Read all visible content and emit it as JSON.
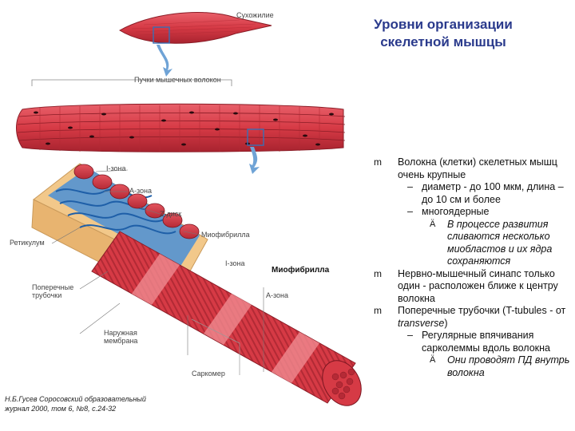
{
  "title": {
    "line1": "Уровни организации",
    "line2": "скелетной мышцы"
  },
  "labels": {
    "epimysium": "Сухожилие",
    "fiber_bundle": "Пучки мышечных волокон",
    "i_band_top": "I-зона",
    "a_band_top": "A-зона",
    "z_disc": "Z-диск",
    "myofibril_small": "Миофибрилла",
    "reticulum": "Ретикулум",
    "i_band_mid": "I-зона",
    "myofibril": "Миофибрилла",
    "t_tubules": "Поперечные трубочки",
    "a_band_mid": "A-зона",
    "outer_membrane": "Наружная мембрана",
    "sarcomere": "Саркомер"
  },
  "citation": {
    "line1": "Н.Б.Гусев Соросовский образовательный",
    "line2": "журнал 2000, том 6, №8, с.24-32"
  },
  "bullets": [
    {
      "level": 1,
      "marker": "m",
      "text": "Волокна (клетки) скелетных мышц очень крупные",
      "children": [
        {
          "level": 2,
          "marker": "–",
          "text": "диаметр - до 100 мкм, длина – до 10 см и более"
        },
        {
          "level": 2,
          "marker": "–",
          "text": "многоядерные",
          "children": [
            {
              "level": 3,
              "marker": "Ä",
              "text": "В процессе развития сливаются несколько миобластов и их ядра сохраняются"
            }
          ]
        }
      ]
    },
    {
      "level": 1,
      "marker": "m",
      "text": "Нервно-мышечный синапс только один - расположен ближе к центру волокна"
    },
    {
      "level": 1,
      "marker": "m",
      "text_before": "Поперечные трубочки (T-tubules - от ",
      "text_italic": "transverse",
      "text_after": ")",
      "children": [
        {
          "level": 2,
          "marker": "–",
          "text": "Регулярные впячивания сарколеммы вдоль волокна",
          "children": [
            {
              "level": 3,
              "marker": "Ä",
              "text": "Они проводят ПД внутрь волокна"
            }
          ]
        }
      ]
    }
  ],
  "colors": {
    "title": "#2a3a8c",
    "muscle": "#d63a45",
    "muscle_dark": "#a8232f",
    "tubule": "#3a7fc9",
    "membrane": "#f2c88a",
    "arrow": "#6fa3d6"
  }
}
